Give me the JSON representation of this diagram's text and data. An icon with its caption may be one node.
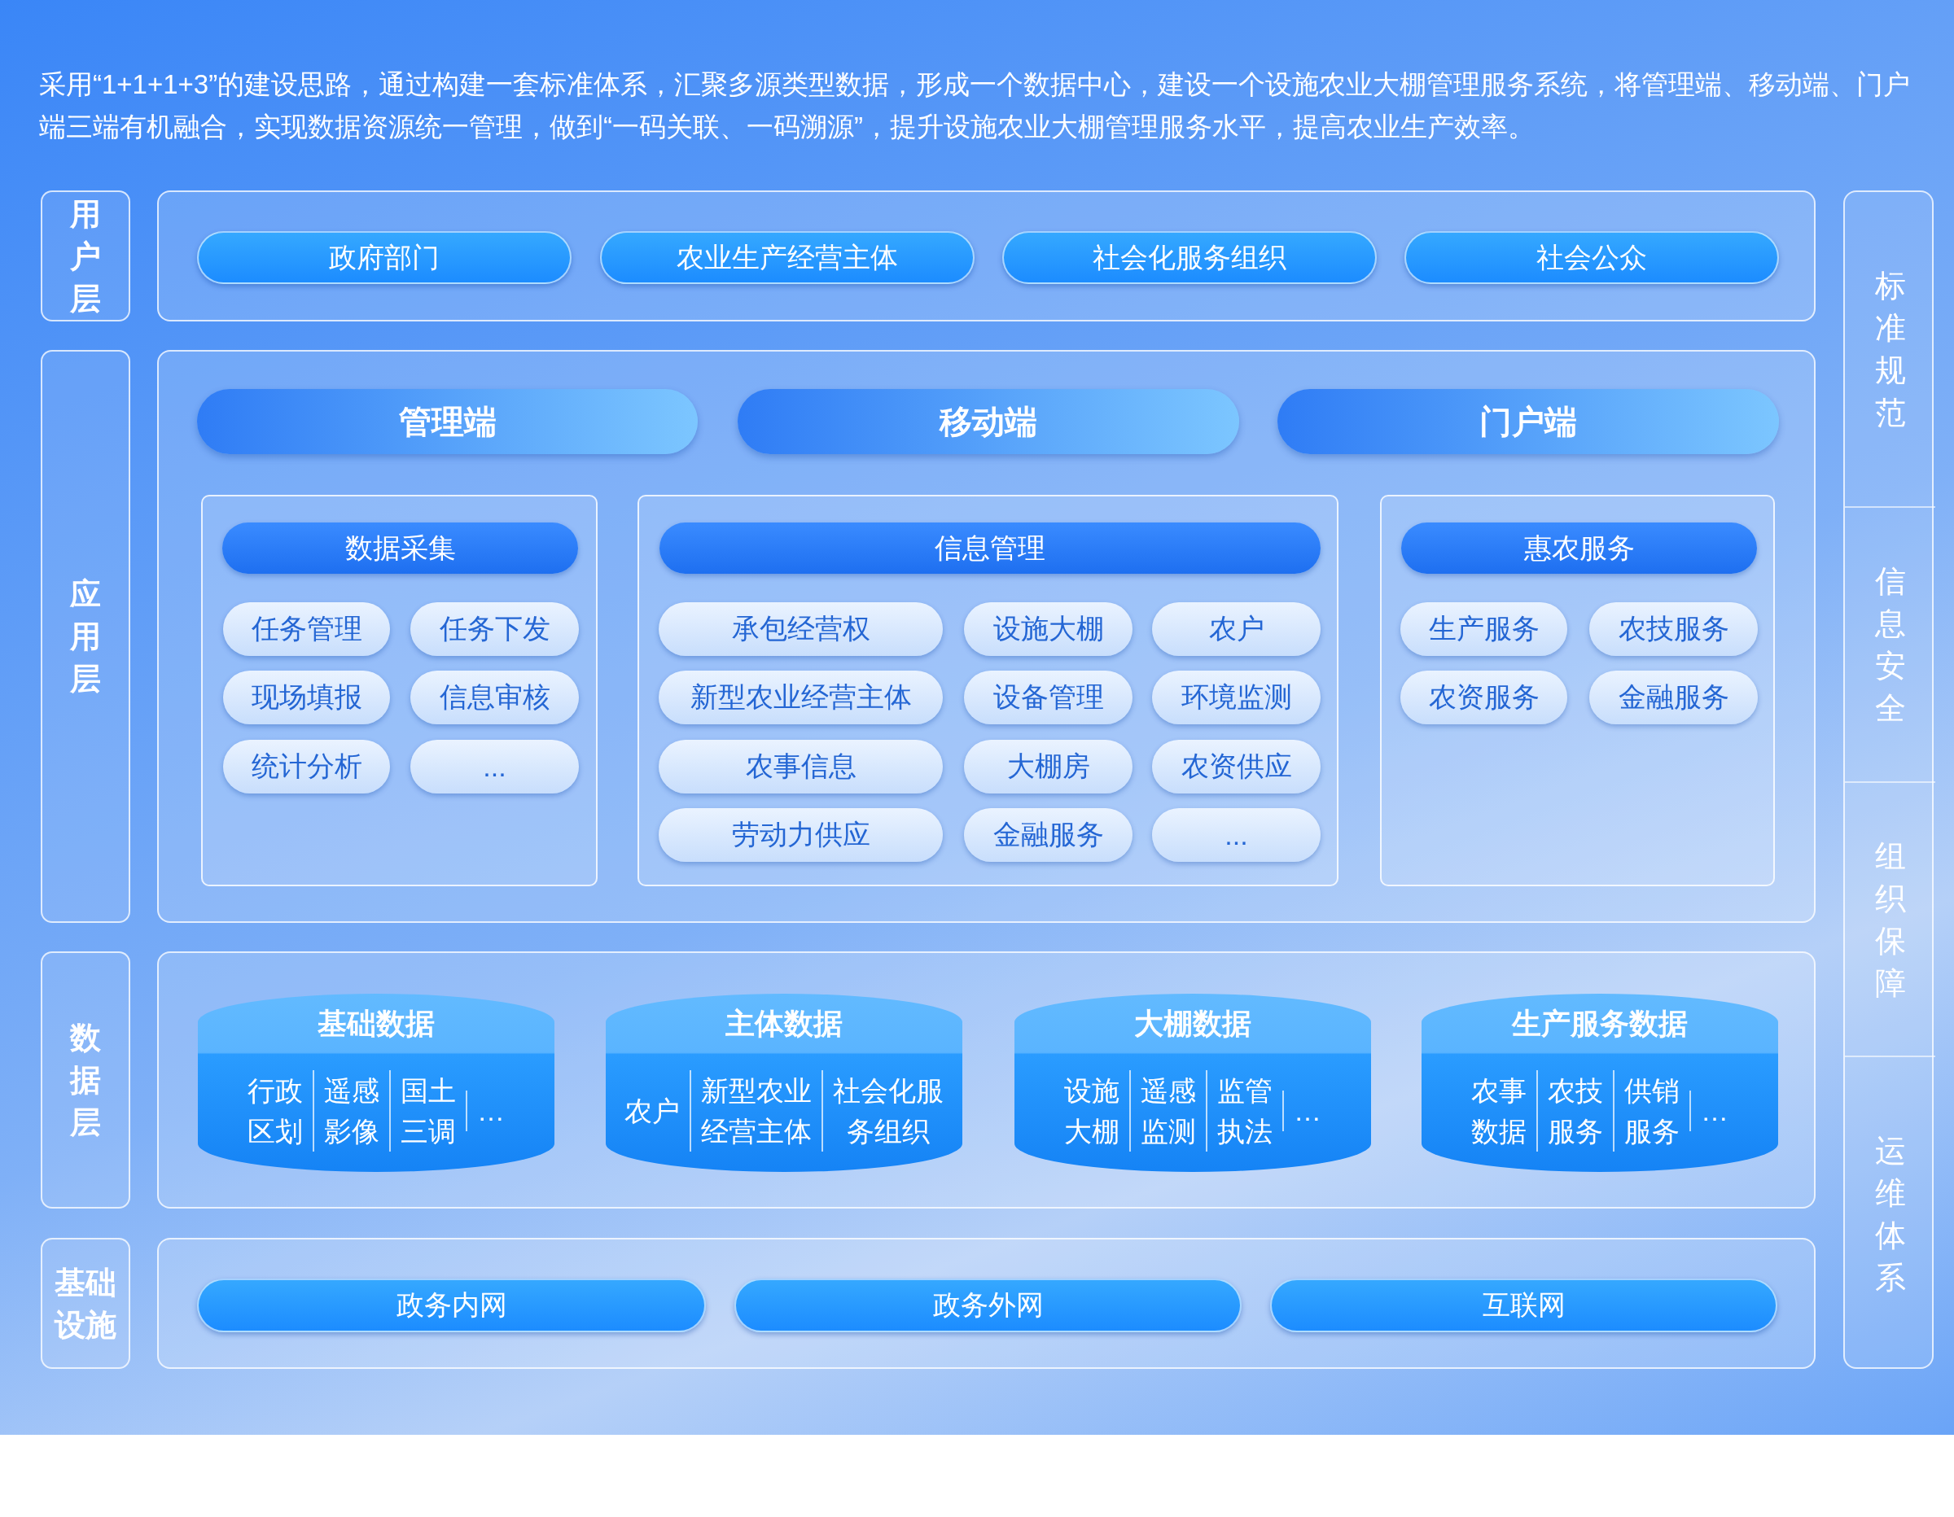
{
  "diagram": {
    "title": "采用“1+1+1+3”的建设思路，通过构建一套标准体系，汇聚多源类型数据，形成一个数据中心，建设一个设施农业大棚管理服务系统，将管理端、移动端、门户端三端有机融合，实现数据资源统一管理，做到“一码关联、一码溯源”，提升设施农业大棚管理服务水平，提高农业生产效率。",
    "nodes": [
      {
        "text": [
          "用户层"
        ]
      },
      {
        "text": [],
        "shape": "box"
      },
      {
        "text": [
          "政府部门"
        ],
        "in": 1
      },
      {
        "text": [
          "农业生产经营主体"
        ],
        "in": 1
      },
      {
        "text": [
          "社会化服务组织"
        ],
        "in": 1
      },
      {
        "text": [
          "社会公众"
        ],
        "in": 1
      },
      {
        "text": [
          "应用层"
        ]
      },
      {
        "text": [],
        "shape": "box"
      },
      {
        "text": [
          "管理端"
        ],
        "in": 7
      },
      {
        "text": [
          "移动端"
        ],
        "in": 7
      },
      {
        "text": [
          "门户端"
        ],
        "in": 7
      },
      {
        "text": [],
        "shape": "box",
        "in": 7
      },
      {
        "text": [
          "数据采集"
        ],
        "in": 11
      },
      {
        "text": [
          "任务管理"
        ],
        "in": 11
      },
      {
        "text": [
          "任务下发"
        ],
        "in": 11
      },
      {
        "text": [
          "现场填报"
        ],
        "in": 11
      },
      {
        "text": [
          "信息审核"
        ],
        "in": 11
      },
      {
        "text": [
          "统计分析"
        ],
        "in": 11
      },
      {
        "text": [
          "..."
        ],
        "in": 11
      },
      {
        "text": [],
        "shape": "box",
        "in": 7
      },
      {
        "text": [
          "信息管理"
        ],
        "in": 19
      },
      {
        "text": [
          "承包经营权"
        ],
        "in": 19
      },
      {
        "text": [
          "设施大棚"
        ],
        "in": 19
      },
      {
        "text": [
          "农户"
        ],
        "in": 19
      },
      {
        "text": [
          "新型农业经营主体"
        ],
        "in": 19
      },
      {
        "text": [
          "设备管理"
        ],
        "in": 19
      },
      {
        "text": [
          "环境监测"
        ],
        "in": 19
      },
      {
        "text": [
          "农事信息"
        ],
        "in": 19
      },
      {
        "text": [
          "大棚房"
        ],
        "in": 19
      },
      {
        "text": [
          "农资供应"
        ],
        "in": 19
      },
      {
        "text": [
          "劳动力供应"
        ],
        "in": 19
      },
      {
        "text": [
          "金融服务"
        ],
        "in": 19
      },
      {
        "text": [
          "..."
        ],
        "in": 19
      },
      {
        "text": [],
        "shape": "box",
        "in": 7
      },
      {
        "text": [
          "惠农服务"
        ],
        "in": 33
      },
      {
        "text": [
          "生产服务"
        ],
        "in": 33
      },
      {
        "text": [
          "农技服务"
        ],
        "in": 33
      },
      {
        "text": [
          "农资服务"
        ],
        "in": 33
      },
      {
        "text": [
          "金融服务"
        ],
        "in": 33
      },
      {
        "text": [
          "数据层"
        ]
      },
      {
        "text": [],
        "shape": "box"
      },
      {
        "text": [
          "基础数据",
          "行政区划",
          "遥感影像",
          "国土三调",
          "…"
        ],
        "in": 40
      },
      {
        "text": [
          "主体数据",
          "农户",
          "新型农业经营主体",
          "社会化服务组织"
        ],
        "in": 40
      },
      {
        "text": [
          "大棚数据",
          "设施大棚",
          "遥感监测",
          "监管执法",
          "…"
        ],
        "in": 40
      },
      {
        "text": [
          "生产服务数据",
          "农事数据",
          "农技服务",
          "供销服务",
          "…"
        ],
        "in": 40
      },
      {
        "text": [
          "基础设施"
        ]
      },
      {
        "text": [],
        "shape": "box"
      },
      {
        "text": [
          "政务内网"
        ],
        "in": 46
      },
      {
        "text": [
          "政务外网"
        ],
        "in": 46
      },
      {
        "text": [
          "互联网"
        ],
        "in": 46
      },
      {
        "text": [],
        "shape": "box"
      },
      {
        "text": [
          "标准规范"
        ],
        "in": 50
      },
      {
        "text": [
          "信息安全"
        ],
        "in": 50
      },
      {
        "text": [
          "组织保障"
        ],
        "in": 50
      },
      {
        "text": [
          "运维体系"
        ],
        "in": 50
      }
    ]
  }
}
